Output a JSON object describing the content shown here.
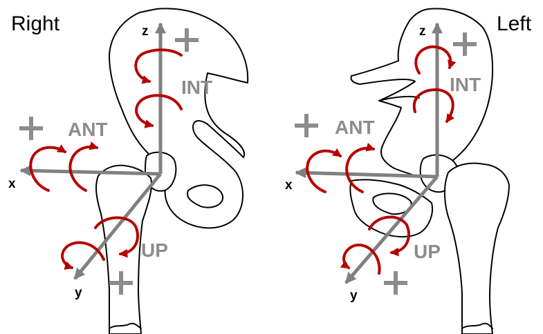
{
  "panels": {
    "right": {
      "title": "Right",
      "axes": {
        "z": "z",
        "x": "x",
        "y": "y"
      },
      "labels": {
        "int": "INT",
        "ant": "ANT",
        "up": "UP"
      },
      "positive_sign": "+"
    },
    "left": {
      "title": "Left",
      "axes": {
        "z": "z",
        "x": "x",
        "y": "y"
      },
      "labels": {
        "int": "INT",
        "ant": "ANT",
        "up": "UP"
      },
      "positive_sign": "+"
    }
  },
  "colors": {
    "axis": "#808080",
    "rotation_arrow": "#b50000",
    "label": "#8c8c8c",
    "bone_outline": "#000000"
  }
}
